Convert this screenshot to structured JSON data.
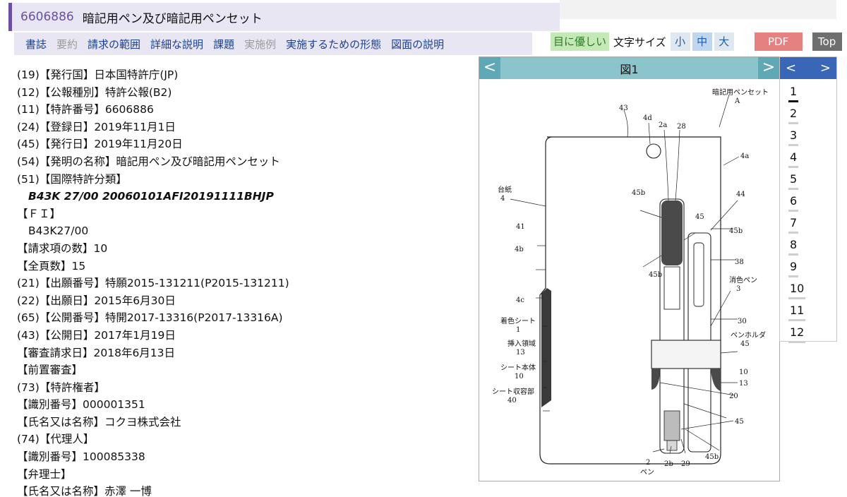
{
  "header": {
    "patent_number": "6606886",
    "title": "暗記用ペン及び暗記用ペンセット"
  },
  "nav": {
    "items": [
      {
        "label": "書誌",
        "enabled": true
      },
      {
        "label": "要約",
        "enabled": false
      },
      {
        "label": "請求の範囲",
        "enabled": true
      },
      {
        "label": "詳細な説明",
        "enabled": true
      },
      {
        "label": "課題",
        "enabled": true
      },
      {
        "label": "実施例",
        "enabled": false
      },
      {
        "label": "実施するための形態",
        "enabled": true
      },
      {
        "label": "図面の説明",
        "enabled": true
      }
    ]
  },
  "controls": {
    "eye_friendly": "目に優しい",
    "font_size_label": "文字サイズ",
    "size_small": "小",
    "size_medium": "中",
    "size_large": "大",
    "selected_size": "中",
    "pdf": "PDF",
    "top": "Top"
  },
  "biblio": [
    "(19)【発行国】日本国特許庁(JP)",
    "(12)【公報種別】特許公報(B2)",
    "(11)【特許番号】6606886",
    "(24)【登録日】2019年11月1日",
    "(45)【発行日】2019年11月20日",
    "(54)【発明の名称】暗記用ペン及び暗記用ペンセット",
    "(51)【国際特許分類】",
    "B43K 27/00 20060101AFI20191111BHJP",
    "【ＦＩ】",
    "B43K27/00",
    "【請求項の数】10",
    "【全頁数】15",
    "(21)【出願番号】特願2015-131211(P2015-131211)",
    "(22)【出願日】2015年6月30日",
    "(65)【公開番号】特開2017-13316(P2017-13316A)",
    "(43)【公開日】2017年1月19日",
    "【審査請求日】2018年6月13日",
    "【前置審査】",
    "(73)【特許権者】",
    "【識別番号】000001351",
    "【氏名又は名称】コクヨ株式会社",
    "(74)【代理人】",
    "【識別番号】100085338",
    "【弁理士】",
    "【氏名又は名称】赤澤 一博"
  ],
  "viewer": {
    "prev": "<",
    "next": ">",
    "figure_title": "図1",
    "labels": {
      "set_name": "暗記用ペンセット",
      "set_letter": "A",
      "daishi": "台紙",
      "chakushoku": "着色シート",
      "sonyu": "挿入領域",
      "sheet_body": "シート本体",
      "sheet_storage": "シート収容部",
      "shoshoku_pen": "消色ペン",
      "pen_holder": "ペンホルダ",
      "pen": "ペン",
      "n43": "43",
      "n4d": "4d",
      "n2a": "2a",
      "n28": "28",
      "n4a": "4a",
      "n4": "4",
      "n44": "44",
      "n45b": "45b",
      "n45": "45",
      "n41": "41",
      "n4b": "4b",
      "n38": "38",
      "n3": "3",
      "n4c": "4c",
      "n1": "1",
      "n30": "30",
      "n13": "13",
      "n10": "10",
      "n40": "40",
      "n20": "20",
      "n2": "2",
      "n2b": "2b",
      "n29": "29"
    }
  },
  "thumbs": {
    "prev": "<",
    "next": ">",
    "items": [
      "1",
      "2",
      "3",
      "4",
      "5",
      "6",
      "7",
      "8",
      "9",
      "10",
      "11",
      "12"
    ],
    "active": "1"
  }
}
